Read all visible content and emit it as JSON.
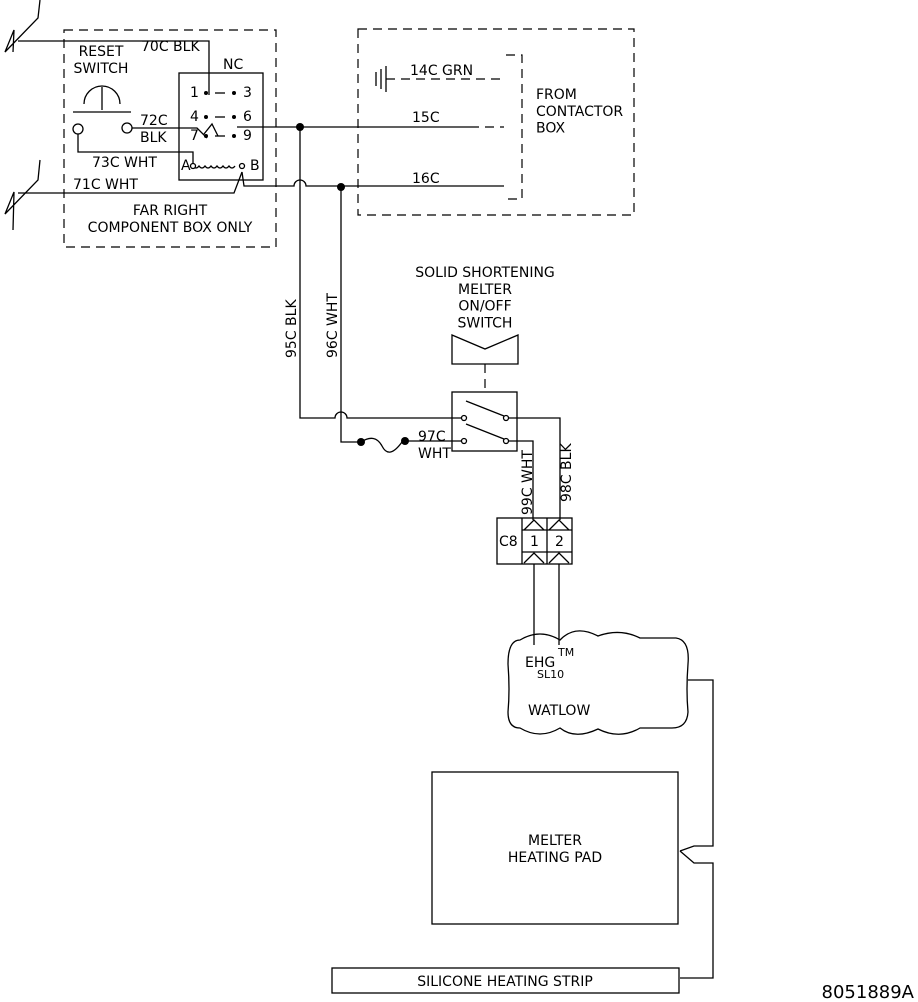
{
  "component_box": {
    "reset_switch": "RESET\nSWITCH",
    "nc": "NC",
    "contact_1": "1",
    "contact_3": "3",
    "contact_4": "4",
    "contact_6": "6",
    "contact_7": "7",
    "contact_9": "9",
    "coil_a": "A",
    "coil_b": "B",
    "caption": "FAR RIGHT\nCOMPONENT BOX ONLY"
  },
  "contactor_box": {
    "label": "FROM\nCONTACTOR\nBOX"
  },
  "wires": {
    "w70c": "70C BLK",
    "w72c": "72C\nBLK",
    "w73c": "73C WHT",
    "w71c": "71C WHT",
    "w14c": "14C GRN",
    "w15c": "15C",
    "w16c": "16C",
    "w95c": "95C BLK",
    "w96c": "96C WHT",
    "w97c": "97C\nWHT",
    "w99c": "99C WHT",
    "w98c": "98C BLK"
  },
  "melter_switch": {
    "label": "SOLID SHORTENING\nMELTER\nON/OFF\nSWITCH"
  },
  "connector": {
    "id": "C8",
    "pin1": "1",
    "pin2": "2"
  },
  "controller": {
    "model": "EHG",
    "tm": "TM",
    "sub": "SL10",
    "brand": "WATLOW"
  },
  "heating_pad": {
    "label": "MELTER\nHEATING PAD"
  },
  "heating_strip": {
    "label": "SILICONE HEATING STRIP"
  },
  "drawing_number": "8051889A"
}
